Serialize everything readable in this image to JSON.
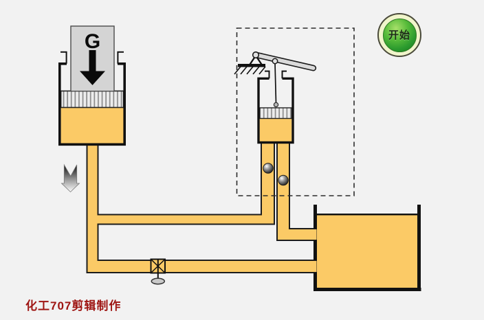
{
  "scene": {
    "background_color": "#f2f2f2",
    "liquid_color": "#fbca66",
    "components": [
      "weighted-press-cylinder",
      "hand-lever-pump",
      "check-valve-balls",
      "shutoff-valve",
      "liquid-reservoir-tank",
      "connecting-pipes"
    ]
  },
  "press": {
    "weight_label": "G"
  },
  "start_button": {
    "label": "开始",
    "ring_color": "#f1f5cb",
    "face_color": "#2b9a2e"
  },
  "credit": {
    "text": "化工707剪辑制作",
    "color": "#9e1512"
  }
}
